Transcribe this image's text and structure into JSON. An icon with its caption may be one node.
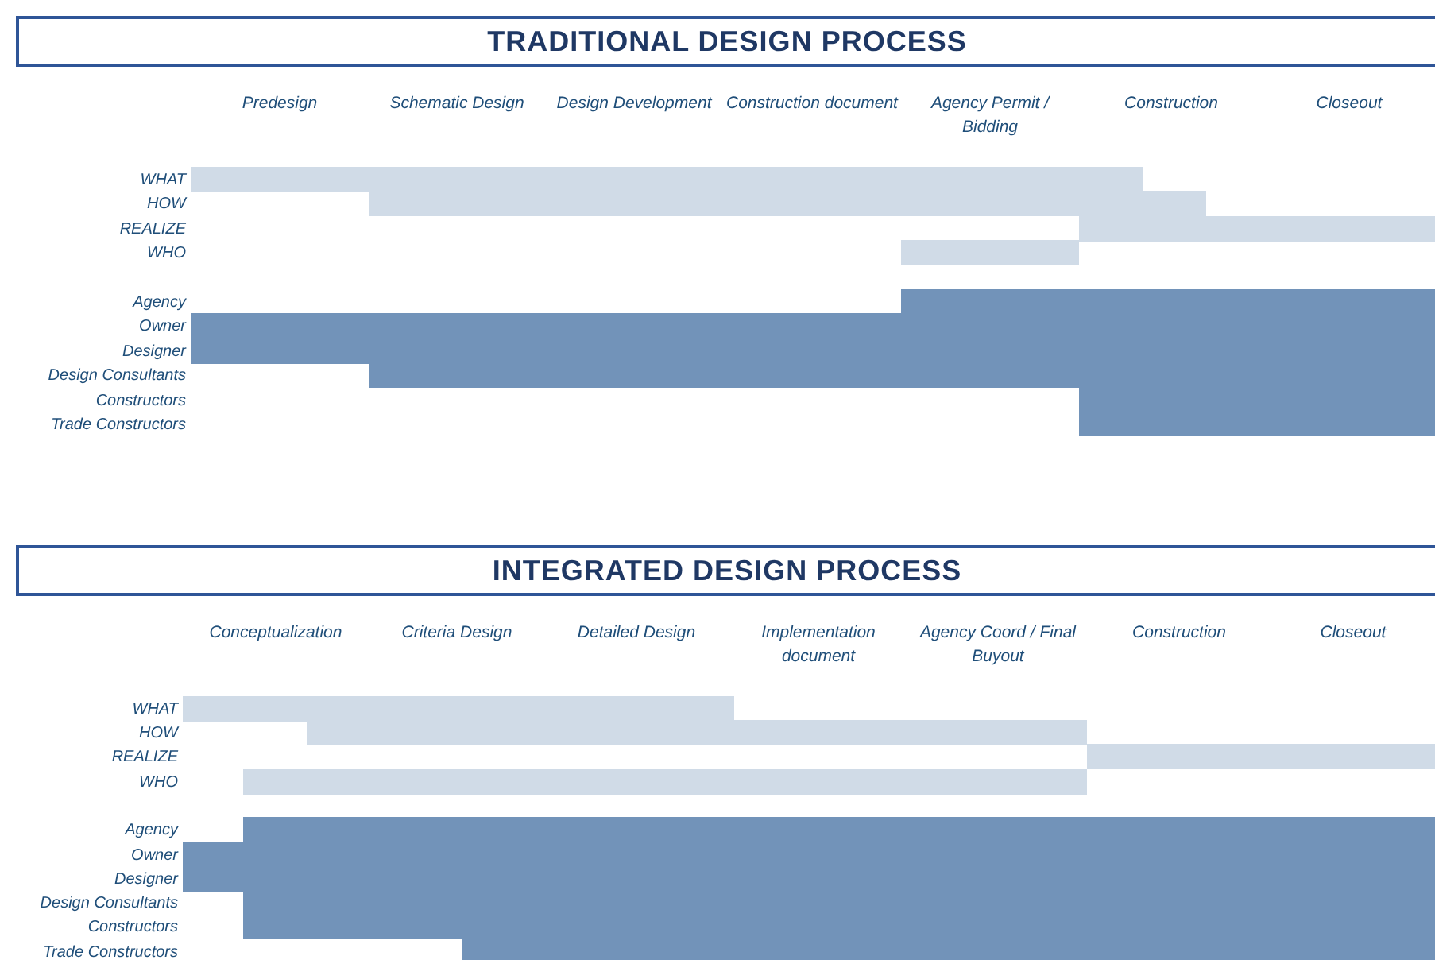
{
  "diagram": {
    "labels": [
      "TRADITIONAL DESIGN PROCESS",
      "Predesign",
      "Schematic Design",
      "Design Development",
      "Construction document",
      "Agency Permit / Bidding",
      "Construction",
      "Closeout",
      "WHAT",
      "HOW",
      "REALIZE",
      "WHO",
      "Agency",
      "Owner",
      "Designer",
      "Design Consultants",
      "Constructors",
      "Trade Constructors",
      "INTEGRATED DESIGN PROCESS",
      "Conceptualization",
      "Criteria Design",
      "Detailed Design",
      "Implementation document",
      "Agency Coord / Final Buyout",
      "Construction",
      "Closeout",
      "WHAT",
      "HOW",
      "REALIZE",
      "WHO",
      "Agency",
      "Owner",
      "Designer",
      "Design Consultants",
      "Constructors",
      "Trade Constructors"
    ]
  }
}
